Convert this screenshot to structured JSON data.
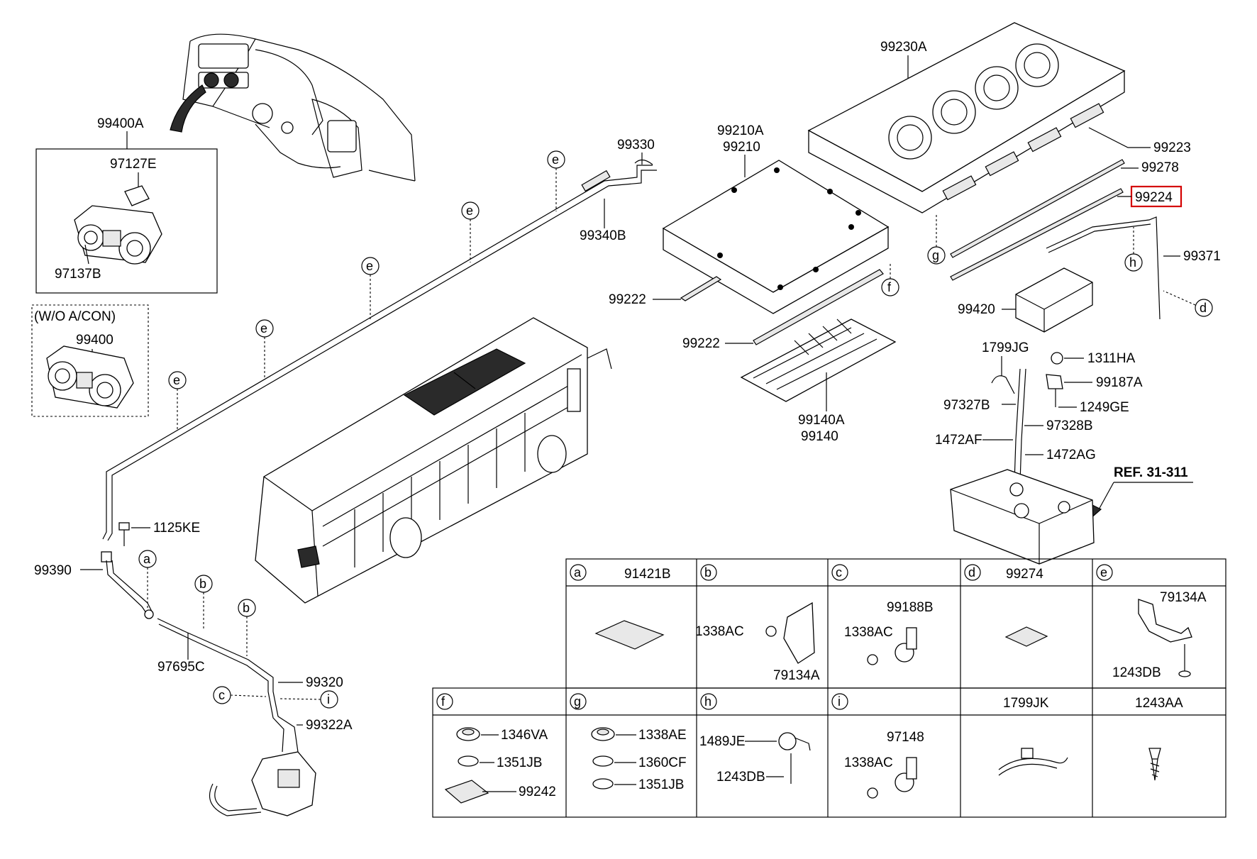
{
  "labels": {
    "p99400A": "99400A",
    "p97127E": "97127E",
    "p97137B": "97137B",
    "wo_acon": "(W/O A/CON)",
    "p99400": "99400",
    "p99330": "99330",
    "p99340B": "99340B",
    "p99210A": "99210A",
    "p99210": "99210",
    "p99230A": "99230A",
    "p99223": "99223",
    "p99278": "99278",
    "p99224": "99224",
    "p99371": "99371",
    "p99420": "99420",
    "p99222a": "99222",
    "p99222b": "99222",
    "p99140A": "99140A",
    "p99140": "99140",
    "p1799JG": "1799JG",
    "p1311HA": "1311HA",
    "p99187A": "99187A",
    "p1249GE": "1249GE",
    "p97327B": "97327B",
    "p97328B": "97328B",
    "p1472AF": "1472AF",
    "p1472AG": "1472AG",
    "ref": "REF. 31-311",
    "p1125KE": "1125KE",
    "p99390": "99390",
    "p97695C": "97695C",
    "p99320": "99320",
    "p99322A": "99322A"
  },
  "callouts": {
    "e1": "e",
    "e2": "e",
    "e3": "e",
    "e4": "e",
    "e5": "e",
    "g": "g",
    "h": "h",
    "f": "f",
    "d": "d",
    "a": "a",
    "b1": "b",
    "b2": "b",
    "c": "c",
    "i": "i"
  },
  "table": {
    "row1": [
      {
        "letter": "a",
        "part": "91421B"
      },
      {
        "letter": "b",
        "part": ""
      },
      {
        "letter": "c",
        "part": ""
      },
      {
        "letter": "d",
        "part": "99274"
      },
      {
        "letter": "e",
        "part": ""
      }
    ],
    "row1_content": {
      "b_1338AC": "1338AC",
      "b_79134A": "79134A",
      "c_99188B": "99188B",
      "c_1338AC": "1338AC",
      "e_79134A": "79134A",
      "e_1243DB": "1243DB"
    },
    "row2": [
      {
        "letter": "f",
        "part": ""
      },
      {
        "letter": "g",
        "part": ""
      },
      {
        "letter": "h",
        "part": ""
      },
      {
        "letter": "i",
        "part": ""
      },
      {
        "letter": "",
        "part": "1799JK"
      },
      {
        "letter": "",
        "part": "1243AA"
      }
    ],
    "row2_content": {
      "f_1346VA": "1346VA",
      "f_1351JB": "1351JB",
      "f_99242": "99242",
      "g_1338AE": "1338AE",
      "g_1360CF": "1360CF",
      "g_1351JB": "1351JB",
      "h_1489JE": "1489JE",
      "h_1243DB": "1243DB",
      "i_97148": "97148",
      "i_1338AC": "1338AC"
    }
  },
  "colors": {
    "highlight": "#d40000",
    "line": "#000000"
  }
}
